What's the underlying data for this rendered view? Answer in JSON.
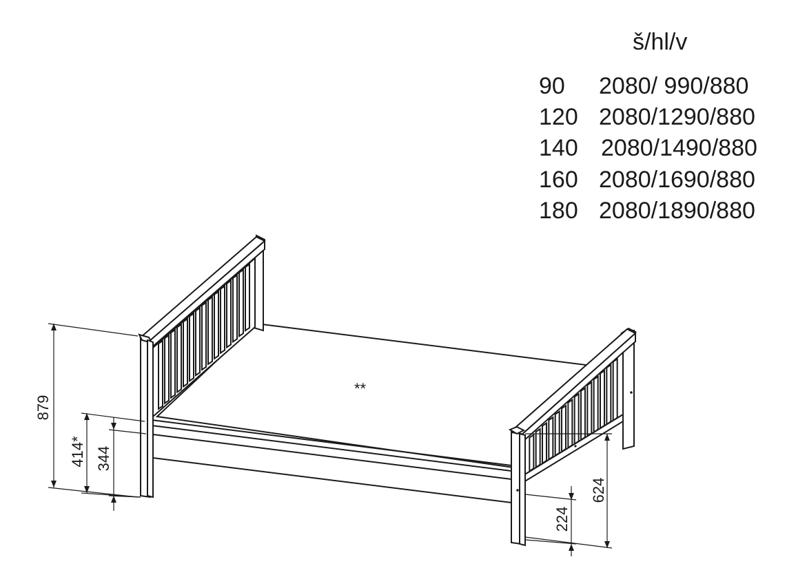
{
  "table": {
    "header": "š/hl/v",
    "rows": [
      {
        "width": "90",
        "dims": "2080/ 990/880"
      },
      {
        "width": "120",
        "dims": "2080/1290/880"
      },
      {
        "width": "140",
        "dims": "2080/1490/880"
      },
      {
        "width": "160",
        "dims": "2080/1690/880"
      },
      {
        "width": "180",
        "dims": "2080/1890/880"
      }
    ]
  },
  "dimensions": {
    "headboard_height": "879",
    "frame_height": "414*",
    "side_rail_height": "344",
    "footboard_height": "624",
    "under_clearance": "224"
  },
  "center_mark": "**"
}
